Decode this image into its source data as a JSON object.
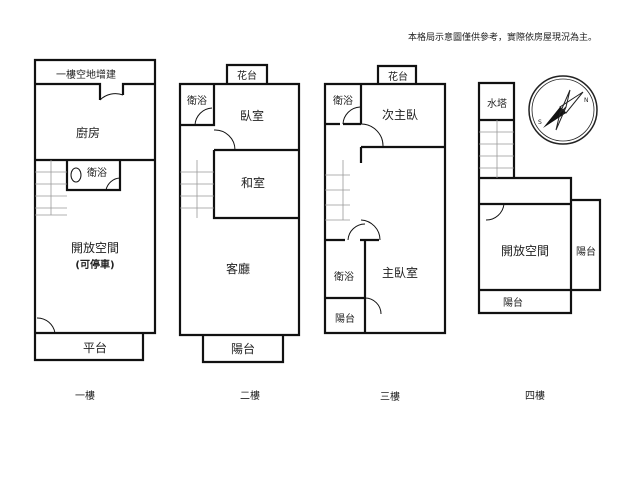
{
  "note": "本格局示意圖僅供參考，實際依房屋現況為主。",
  "floors": [
    {
      "label": "一樓",
      "rooms": [
        "一樓空地增建",
        "廚房",
        "衛浴",
        "開放空間",
        "(可停車)",
        "平台"
      ]
    },
    {
      "label": "二樓",
      "rooms": [
        "花台",
        "衛浴",
        "臥室",
        "和室",
        "客廳",
        "陽台"
      ]
    },
    {
      "label": "三樓",
      "rooms": [
        "花台",
        "衛浴",
        "次主臥",
        "衛浴",
        "主臥室",
        "陽台"
      ]
    },
    {
      "label": "四樓",
      "rooms": [
        "水塔",
        "開放空間",
        "陽台",
        "陽台"
      ]
    }
  ],
  "compass": {
    "north": "N",
    "south": "S"
  }
}
